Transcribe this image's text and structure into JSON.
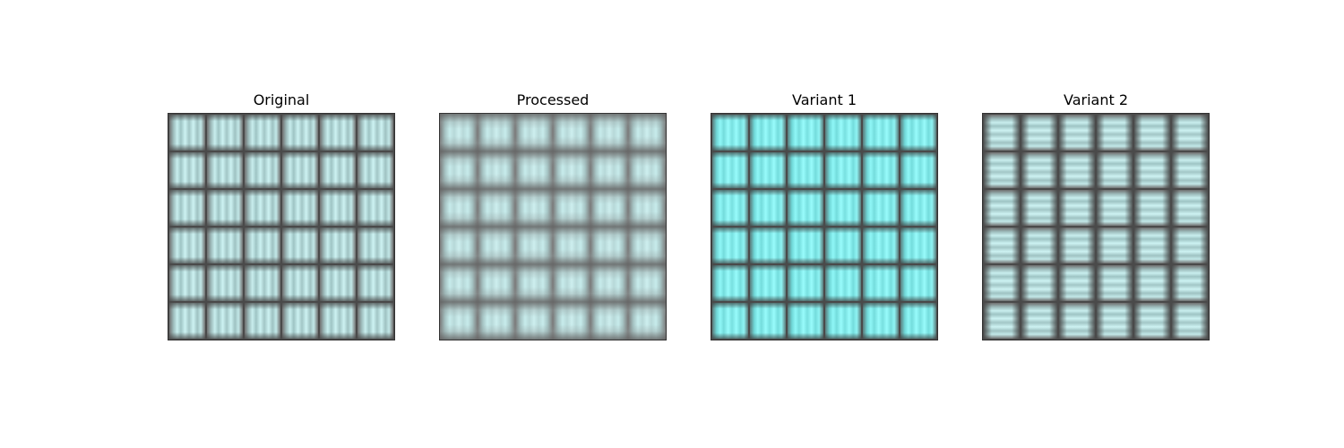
{
  "figure": {
    "panels": [
      {
        "title": "Original",
        "style": "original",
        "grid_rows": 6,
        "grid_cols": 6,
        "stripe_direction": "vertical",
        "tint": "#c8eeee"
      },
      {
        "title": "Processed",
        "style": "processed",
        "grid_rows": 6,
        "grid_cols": 6,
        "stripe_direction": "vertical",
        "tint": "#c7ebeb"
      },
      {
        "title": "Variant 1",
        "style": "variant1",
        "grid_rows": 6,
        "grid_cols": 6,
        "stripe_direction": "vertical",
        "tint": "#98fbfb"
      },
      {
        "title": "Variant 2",
        "style": "variant2",
        "grid_rows": 6,
        "grid_cols": 6,
        "stripe_direction": "horizontal",
        "tint": "#c8eeee"
      }
    ]
  }
}
